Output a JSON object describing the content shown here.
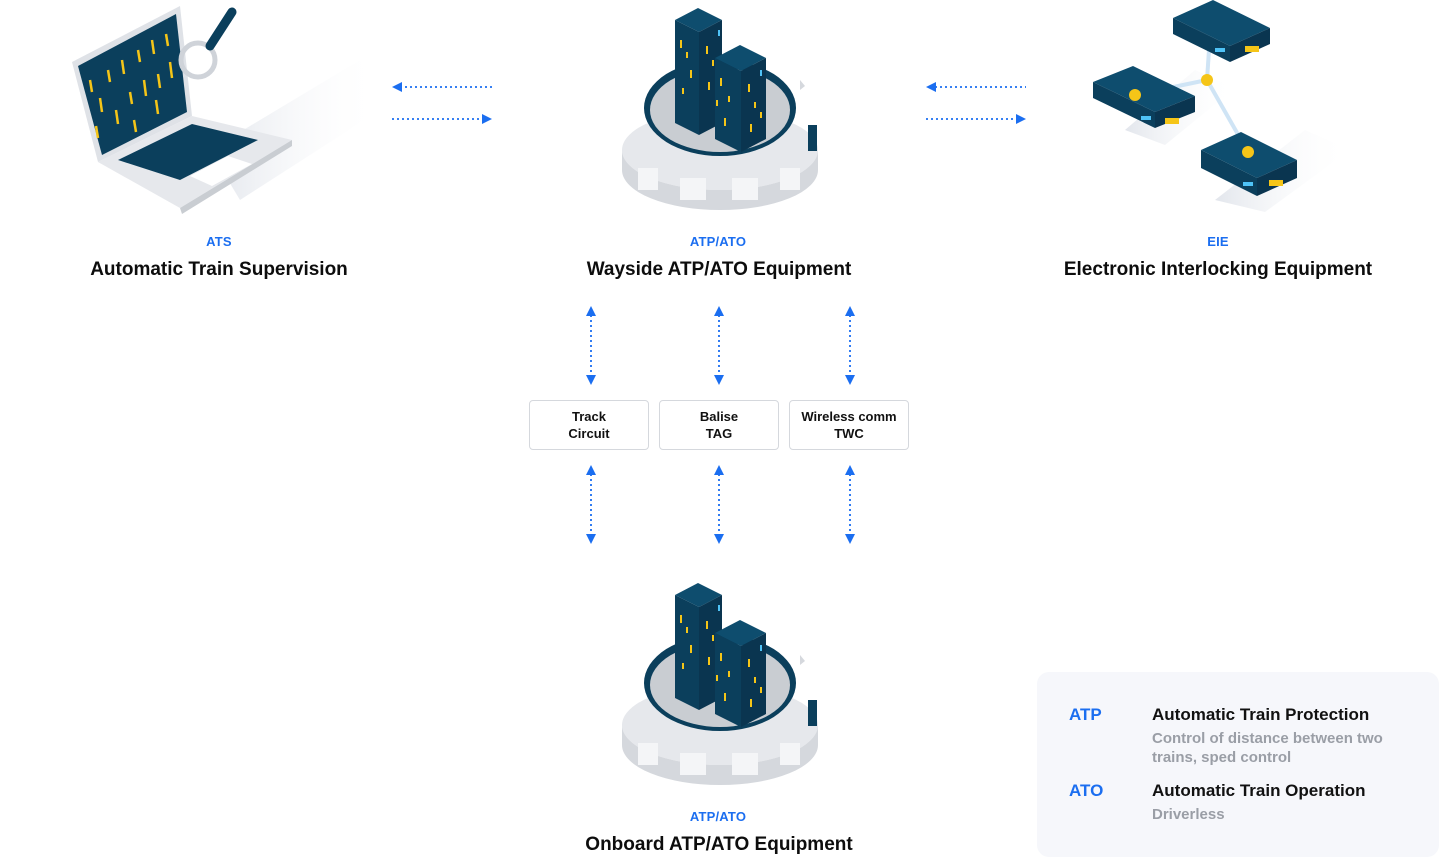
{
  "nodes": {
    "ats": {
      "abbr": "ATS",
      "title": "Automatic Train Supervision"
    },
    "wayside": {
      "abbr": "ATP/ATO",
      "title": "Wayside ATP/ATO Equipment"
    },
    "eie": {
      "abbr": "EIE",
      "title": "Electronic Interlocking Equipment"
    },
    "onboard": {
      "abbr": "ATP/ATO",
      "title": "Onboard ATP/ATO Equipment"
    }
  },
  "channels": [
    {
      "line1": "Track",
      "line2": "Circuit"
    },
    {
      "line1": "Balise",
      "line2": "TAG"
    },
    {
      "line1": "Wireless comm",
      "line2": "TWC"
    }
  ],
  "legend": {
    "items": [
      {
        "abbr": "ATP",
        "title": "Automatic Train Protection",
        "desc": "Control of distance between two trains, sped control"
      },
      {
        "abbr": "ATO",
        "title": "Automatic Train Operation",
        "desc": "Driverless"
      }
    ]
  },
  "colors": {
    "accent": "#1b6ef0",
    "navy": "#0b3f5c",
    "yellow": "#f5c518",
    "platform": "#c9cdd2"
  }
}
